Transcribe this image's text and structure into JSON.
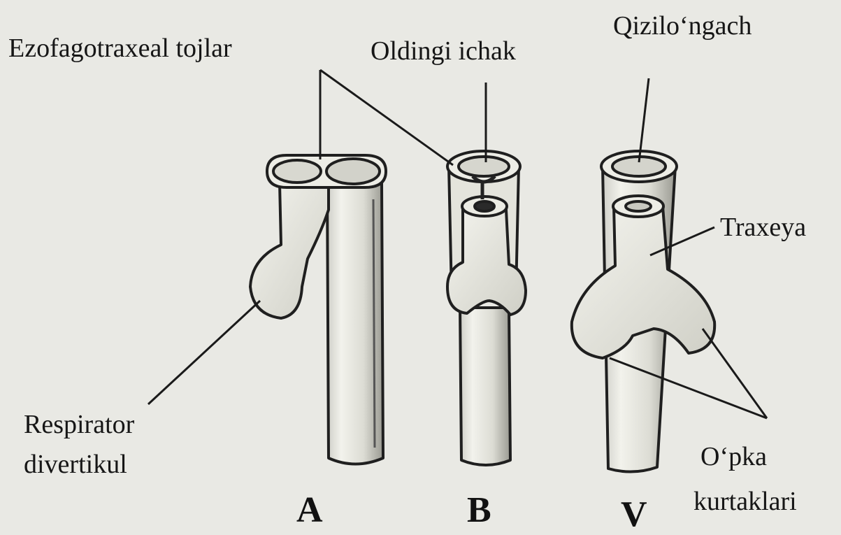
{
  "labels": {
    "ezofagotraxeal": "Ezofagotraxeal tojlar",
    "oldingi_ichak": "Oldingi ichak",
    "qiziloch": "Qizilo‘ngach",
    "traxeya": "Traxeya",
    "respirator_line1": "Respirator",
    "respirator_line2": "divertikul",
    "opka_line1": "O‘pka",
    "opka_line2": "kurtaklari"
  },
  "panels": {
    "a": "A",
    "b": "B",
    "v": "V"
  }
}
